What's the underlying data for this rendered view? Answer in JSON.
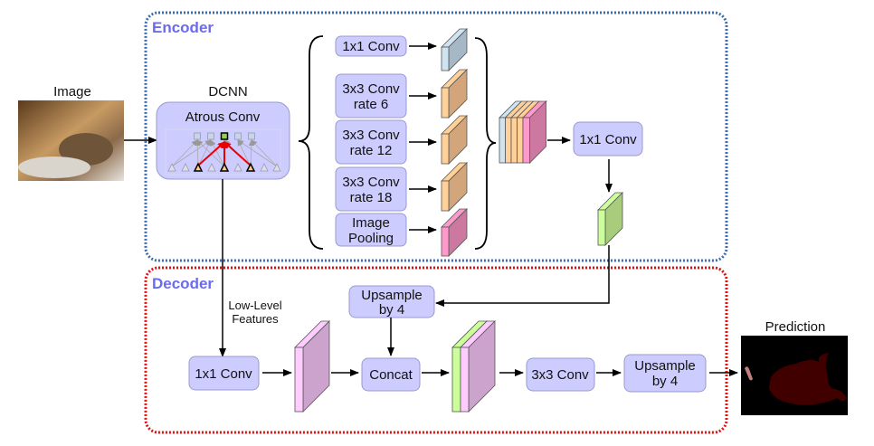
{
  "encoder": {
    "title": "Encoder",
    "border_color": "#3b6db3",
    "input_label": "Image",
    "dcnn_label": "DCNN",
    "atrous_label": "Atrous Conv",
    "aspp": [
      {
        "lines": [
          "1x1 Conv"
        ],
        "color": "blue"
      },
      {
        "lines": [
          "3x3 Conv",
          "rate 6"
        ],
        "color": "orange"
      },
      {
        "lines": [
          "3x3 Conv",
          "rate 12"
        ],
        "color": "orange"
      },
      {
        "lines": [
          "3x3 Conv",
          "rate 18"
        ],
        "color": "orange"
      },
      {
        "lines": [
          "Image",
          "Pooling"
        ],
        "color": "pink"
      }
    ],
    "proj_label": "1x1 Conv"
  },
  "decoder": {
    "title": "Decoder",
    "border_color": "#e01010",
    "low_level_label": [
      "Low-Level",
      "Features"
    ],
    "upsample1_label": [
      "Upsample",
      "by 4"
    ],
    "conv1x1_label": "1x1 Conv",
    "concat_label": "Concat",
    "conv3x3_label": "3x3 Conv",
    "upsample2_label": [
      "Upsample",
      "by 4"
    ],
    "output_label": "Prediction"
  },
  "colors": {
    "box_fill": "#ccccff",
    "blue": [
      "#cfe3f1",
      "#a6b8c6"
    ],
    "orange": [
      "#ffd09a",
      "#d2a67a"
    ],
    "pink": [
      "#ff99cc",
      "#cc78a0"
    ],
    "green": [
      "#ccff99",
      "#a7cc7c"
    ],
    "lilac": [
      "#ffccff",
      "#cca3cc"
    ],
    "section_title": "#6b6bf0"
  }
}
